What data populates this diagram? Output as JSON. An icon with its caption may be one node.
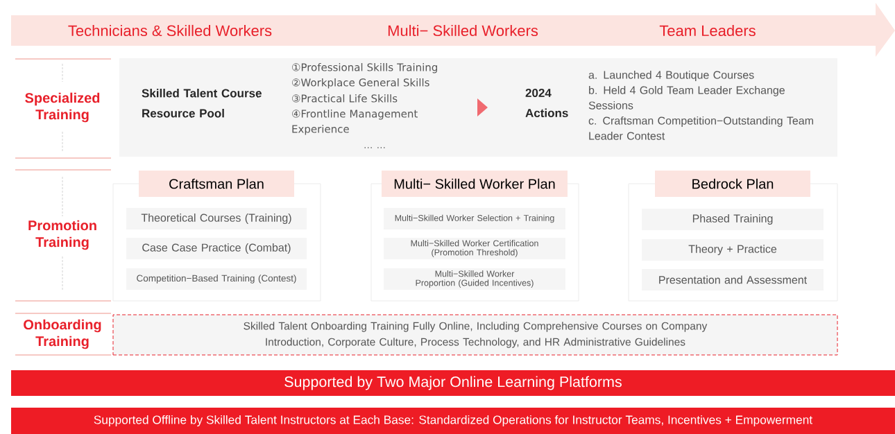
{
  "diagram": {
    "nodes": [
      {
        "text": [
          "Technicians & Skilled Workers",
          "Multi− Skilled Workers",
          "Team Leaders"
        ]
      },
      {
        "text": [
          "Skilled Talent Course Resource Pool",
          "①Professional Skills Training",
          "②Workplace General Skills",
          "③Practical Life Skills",
          "④Frontline Management Experience",
          "… …",
          "2024 Actions",
          "a. Launched 4 Boutique Courses",
          "b. Held 4 Gold Team Leader Exchange Sessions",
          "c. Craftsman Competition−Outstanding Team Leader Contest"
        ]
      },
      {
        "text": [
          "Craftsman Plan"
        ]
      },
      {
        "text": [
          "Theoretical Courses (Training)"
        ],
        "in": 2
      },
      {
        "text": [
          "Case Case Practice (Combat)"
        ],
        "in": 2
      },
      {
        "text": [
          "Competition−Based Training (Contest)"
        ],
        "in": 2
      },
      {
        "text": [
          "Multi− Skilled Worker Plan"
        ]
      },
      {
        "text": [
          "Multi−Skilled Worker Selection + Training"
        ],
        "in": 6
      },
      {
        "text": [
          "Multi−Skilled Worker Certification (Promotion Threshold)"
        ],
        "in": 6
      },
      {
        "text": [
          "Multi−Skilled Worker Proportion (Guided Incentives)"
        ],
        "in": 6
      },
      {
        "text": [
          "Bedrock Plan"
        ]
      },
      {
        "text": [
          "Phased Training"
        ],
        "in": 10
      },
      {
        "text": [
          "Theory + Practice"
        ],
        "in": 10
      },
      {
        "text": [
          "Presentation and Assessment"
        ],
        "in": 10
      },
      {
        "text": [
          "Skilled Talent Onboarding Training Fully Online, Including Comprehensive Courses on Company Introduction, Corporate Culture, Process Technology, and HR Administrative Guidelines"
        ]
      },
      {
        "text": [
          "Supported by Two Major Online Learning Platforms"
        ]
      },
      {
        "text": [
          "Supported Offline by Skilled Talent Instructors at Each Base: Standardized Operations for Instructor Teams, Incentives + Empowerment"
        ]
      }
    ],
    "labels": [
      "Specialized Training",
      "Promotion Training",
      "Onboarding Training"
    ]
  }
}
